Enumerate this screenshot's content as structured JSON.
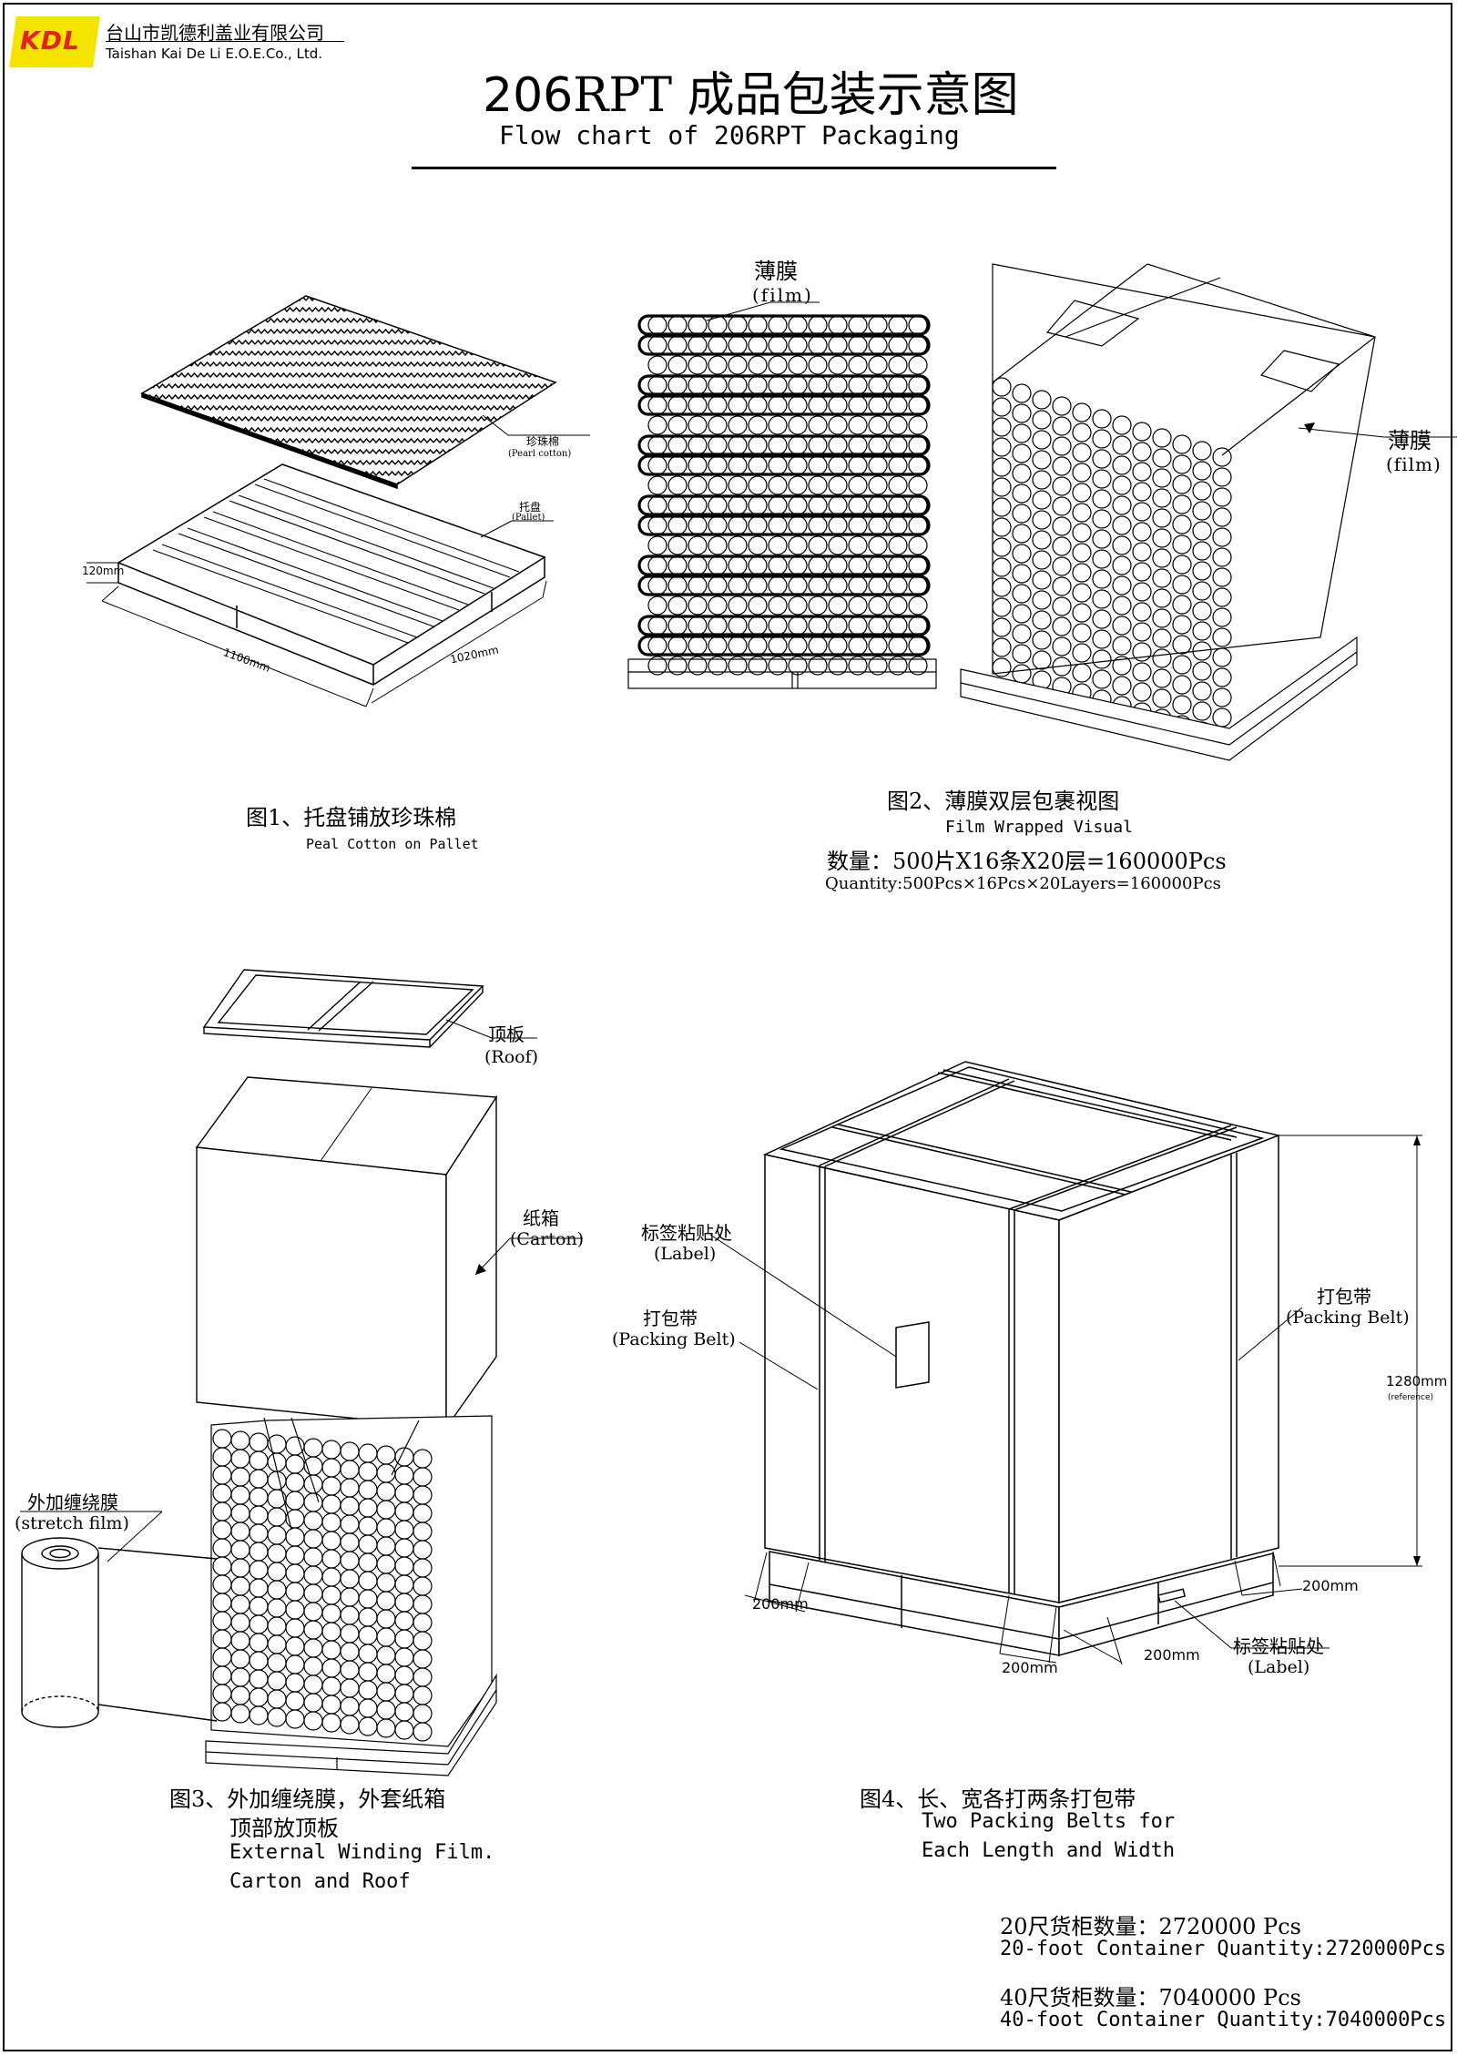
{
  "company": {
    "logo": "KDL",
    "name_cn": "台山市凯德利盖业有限公司",
    "name_en": "Taishan Kai De Li E.O.E.Co., Ltd."
  },
  "title": {
    "cn_prefix": "206",
    "cn_rest": "RPT 成品包装示意图",
    "en": "Flow chart of 206RPT Packaging"
  },
  "fig1": {
    "pearl_cn": "珍珠棉",
    "pearl_en": "(Pearl cotton)",
    "pallet_cn": "托盘",
    "pallet_en": "(Pallet)",
    "dim_h": "120mm",
    "dim_l": "1100mm",
    "dim_w": "1020mm",
    "caption_cn": "图1、托盘铺放珍珠棉",
    "caption_en": "Peal Cotton on Pallet"
  },
  "fig2": {
    "film_cn": "薄膜",
    "film_en": "(film)",
    "film2_cn": "薄膜",
    "film2_en": "(film)",
    "caption_cn": "图2、薄膜双层包裹视图",
    "caption_en": "Film Wrapped Visual",
    "qty_cn": "数量：500片X16条X20层=160000Pcs",
    "qty_en": "Quantity:500Pcs×16Pcs×20Layers=160000Pcs"
  },
  "fig3": {
    "roof_cn": "顶板",
    "roof_en": "(Roof)",
    "carton_cn": "纸箱",
    "carton_en": "(Carton)",
    "stretch_cn": "外加缠绕膜",
    "stretch_en": "(stretch film)",
    "caption_l1": "图3、外加缠绕膜，外套纸箱",
    "caption_l2": "顶部放顶板",
    "caption_l3": "External Winding Film.",
    "caption_l4": "Carton and Roof"
  },
  "fig4": {
    "label_cn": "标签粘贴处",
    "label_en": "(Label)",
    "belt_l_cn": "打包带",
    "belt_l_en": "(Packing Belt)",
    "belt_r_cn": "打包带",
    "belt_r_en": "(Packing Belt)",
    "height": "1280mm",
    "height_note": "(reference)",
    "d1": "200mm",
    "d2": "200mm",
    "d3": "200mm",
    "d4": "200mm",
    "label2_cn": "标签粘贴处",
    "label2_en": "(Label)",
    "caption_l1": "图4、长、宽各打两条打包带",
    "caption_l2": "Two Packing Belts for",
    "caption_l3": "Each Length and Width"
  },
  "container": {
    "c20_cn": "20尺货柜数量：2720000 Pcs",
    "c20_en": "20-foot Container Quantity:2720000Pcs",
    "c40_cn": "40尺货柜数量：7040000 Pcs",
    "c40_en": "40-foot Container Quantity:7040000Pcs"
  },
  "colors": {
    "logo_bg": "#f5e400",
    "logo_text": "#e2231a",
    "ink": "#000000"
  }
}
